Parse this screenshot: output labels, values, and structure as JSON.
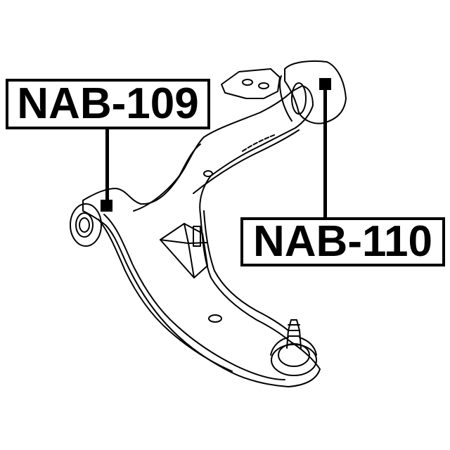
{
  "diagram": {
    "subject": "Front lower control arm (suspension) line drawing",
    "labels": [
      {
        "id": "nab-109",
        "text": "NAB-109",
        "points_to": "front bushing (inner pivot eye)"
      },
      {
        "id": "nab-110",
        "text": "NAB-110",
        "points_to": "rear bushing (vertical mount)"
      }
    ],
    "parts_drawn": [
      "control arm body",
      "front pivot bushing",
      "rear bushing",
      "ball joint",
      "mounting bracket"
    ],
    "colors": {
      "line": "#000000",
      "background": "#ffffff"
    }
  }
}
